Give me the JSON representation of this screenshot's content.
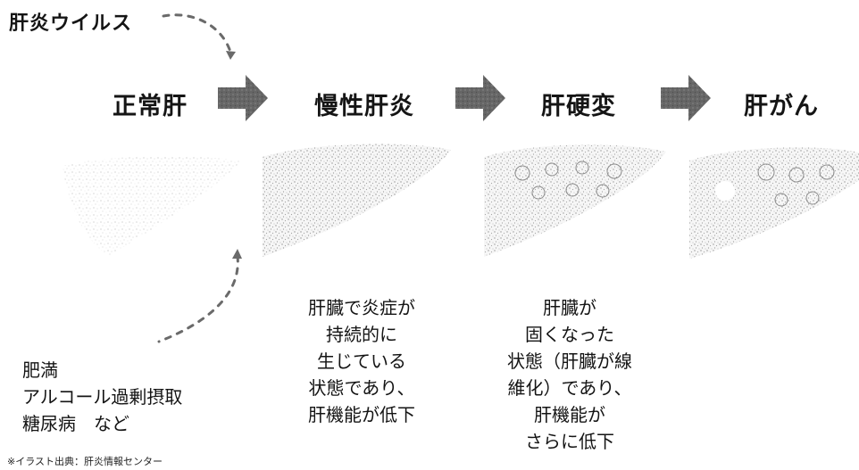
{
  "top_label": "肝炎ウイルス",
  "stages": [
    {
      "label": "正常肝"
    },
    {
      "label": "慢性肝炎"
    },
    {
      "label": "肝硬変"
    },
    {
      "label": "肝がん"
    }
  ],
  "descriptions": {
    "chronic": [
      "肝臓で炎症が",
      "持続的に",
      "生じている",
      "状態であり、",
      "肝機能が低下"
    ],
    "cirrhosis": [
      "肝臓が",
      "固くなった",
      "状態（肝臓が線",
      "維化）であり、",
      "肝機能が",
      "さらに低下"
    ]
  },
  "risk_factors": [
    "肥満",
    "アルコール過剰摂取",
    "糖尿病　など"
  ],
  "source_note": "※イラスト出典：肝炎情報センター",
  "colors": {
    "text": "#151515",
    "arrow": "#595959",
    "liver_shade": "#cfcfcf",
    "dash": "#666666"
  }
}
